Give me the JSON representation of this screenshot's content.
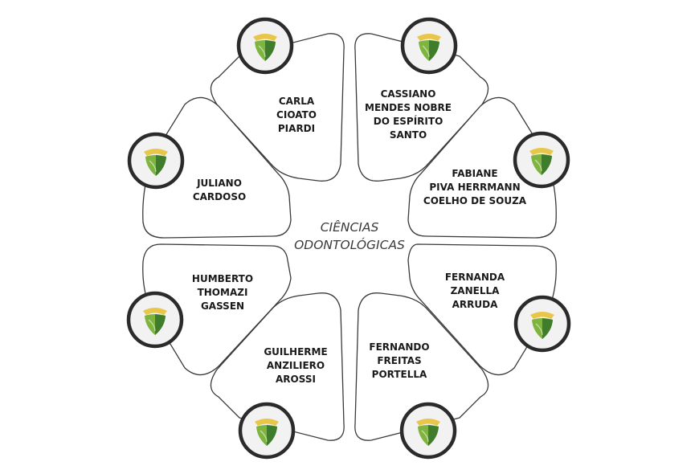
{
  "center": {
    "line1": "CIÊNCIAS",
    "line2": "ODONTOLÓGICAS"
  },
  "colors": {
    "ring": "#2b2b2b",
    "badge_fill": "#f2f2f2",
    "shield_green_light": "#7fb43f",
    "shield_green_dark": "#3f7d2c",
    "shield_yellow": "#e8c64a"
  },
  "icon": "shield-logo-icon",
  "members": [
    {
      "id": "carla",
      "lines": [
        "CARLA",
        "CIOATO",
        "PIARDI"
      ]
    },
    {
      "id": "cassiano",
      "lines": [
        "CASSIANO",
        "MENDES NOBRE",
        "DO ESPÍRITO",
        "SANTO"
      ]
    },
    {
      "id": "fabiane",
      "lines": [
        "FABIANE",
        "PIVA HERRMANN",
        "COELHO DE SOUZA"
      ]
    },
    {
      "id": "fernanda",
      "lines": [
        "FERNANDA",
        "ZANELLA",
        "ARRUDA"
      ]
    },
    {
      "id": "fernando",
      "lines": [
        "FERNANDO",
        "FREITAS",
        "PORTELLA"
      ]
    },
    {
      "id": "guilherme",
      "lines": [
        "GUILHERME",
        "ANZILIERO",
        "AROSSI"
      ]
    },
    {
      "id": "humberto",
      "lines": [
        "HUMBERTO",
        "THOMAZI",
        "GASSEN"
      ]
    },
    {
      "id": "juliano",
      "lines": [
        "JULIANO",
        "CARDOSO"
      ]
    }
  ]
}
